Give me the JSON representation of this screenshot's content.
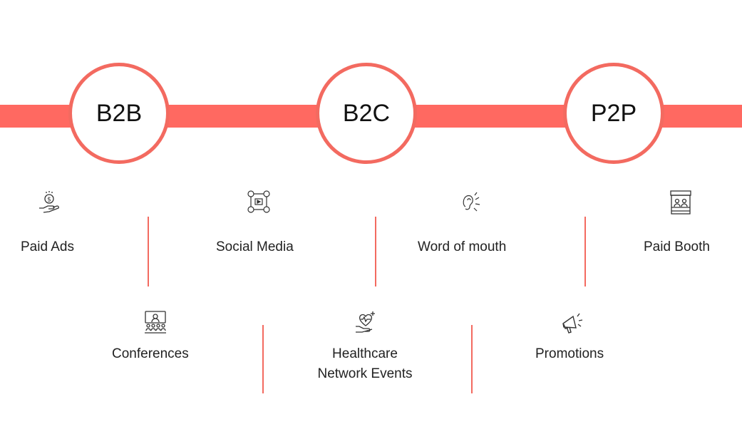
{
  "stages": [
    {
      "label": "B2B"
    },
    {
      "label": "B2C"
    },
    {
      "label": "P2P"
    }
  ],
  "items": [
    {
      "label": "Paid Ads",
      "icon": "money-hand-icon"
    },
    {
      "label": "Conferences",
      "icon": "conference-icon"
    },
    {
      "label": "Social Media",
      "icon": "social-media-icon"
    },
    {
      "label": "Healthcare",
      "label2": "Network Events",
      "icon": "healthcare-hand-icon"
    },
    {
      "label": "Word of mouth",
      "icon": "ear-sound-icon"
    },
    {
      "label": "Promotions",
      "icon": "megaphone-icon"
    },
    {
      "label": "Paid Booth",
      "icon": "booth-icon"
    }
  ],
  "colors": {
    "accent": "#ff6961",
    "ring": "#f36a60"
  }
}
